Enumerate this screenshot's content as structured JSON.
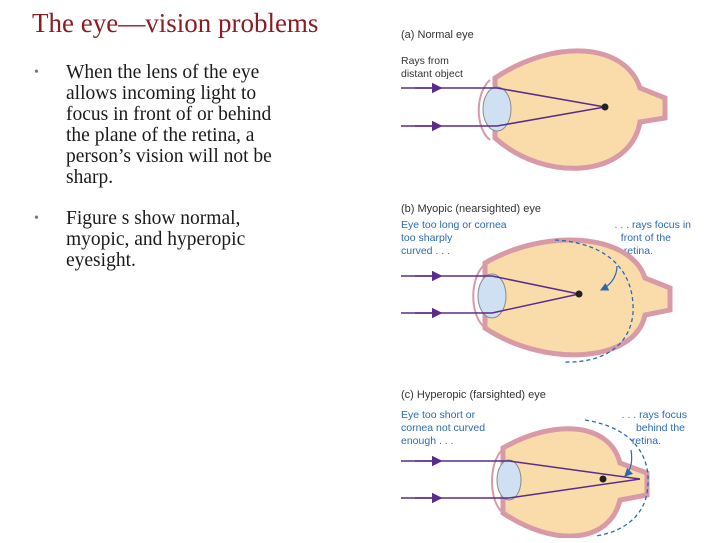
{
  "slide": {
    "title": "The eye—vision problems",
    "bullets": [
      "When the lens of the eye allows incoming light to focus in front of or behind the plane of the retina, a person’s vision will not be sharp.",
      "Figure s show normal, myopic, and hyperopic eyesight."
    ]
  },
  "figure": {
    "panel_a": {
      "heading": "(a) Normal eye",
      "label": [
        "Rays from",
        "distant object"
      ]
    },
    "panel_b": {
      "heading": "(b) Myopic (nearsighted) eye",
      "left_note": [
        "Eye too long or cornea",
        "too sharply",
        "curved . . ."
      ],
      "right_note": [
        ". . . rays focus in",
        "front of the",
        "retina."
      ]
    },
    "panel_c": {
      "heading": "(c) Hyperopic (farsighted) eye",
      "left_note": [
        "Eye too short or",
        "cornea not curved",
        "enough . . ."
      ],
      "right_note": [
        ". . . rays focus",
        "behind the",
        "retina."
      ]
    }
  },
  "colors": {
    "title": "#8b1c24",
    "ray": "#5a2d8c",
    "eye_fill": "#f9dcaa",
    "eye_outline": "#d99aa8",
    "lens": "#cfe0f2",
    "note_blue": "#2a6ab1"
  }
}
